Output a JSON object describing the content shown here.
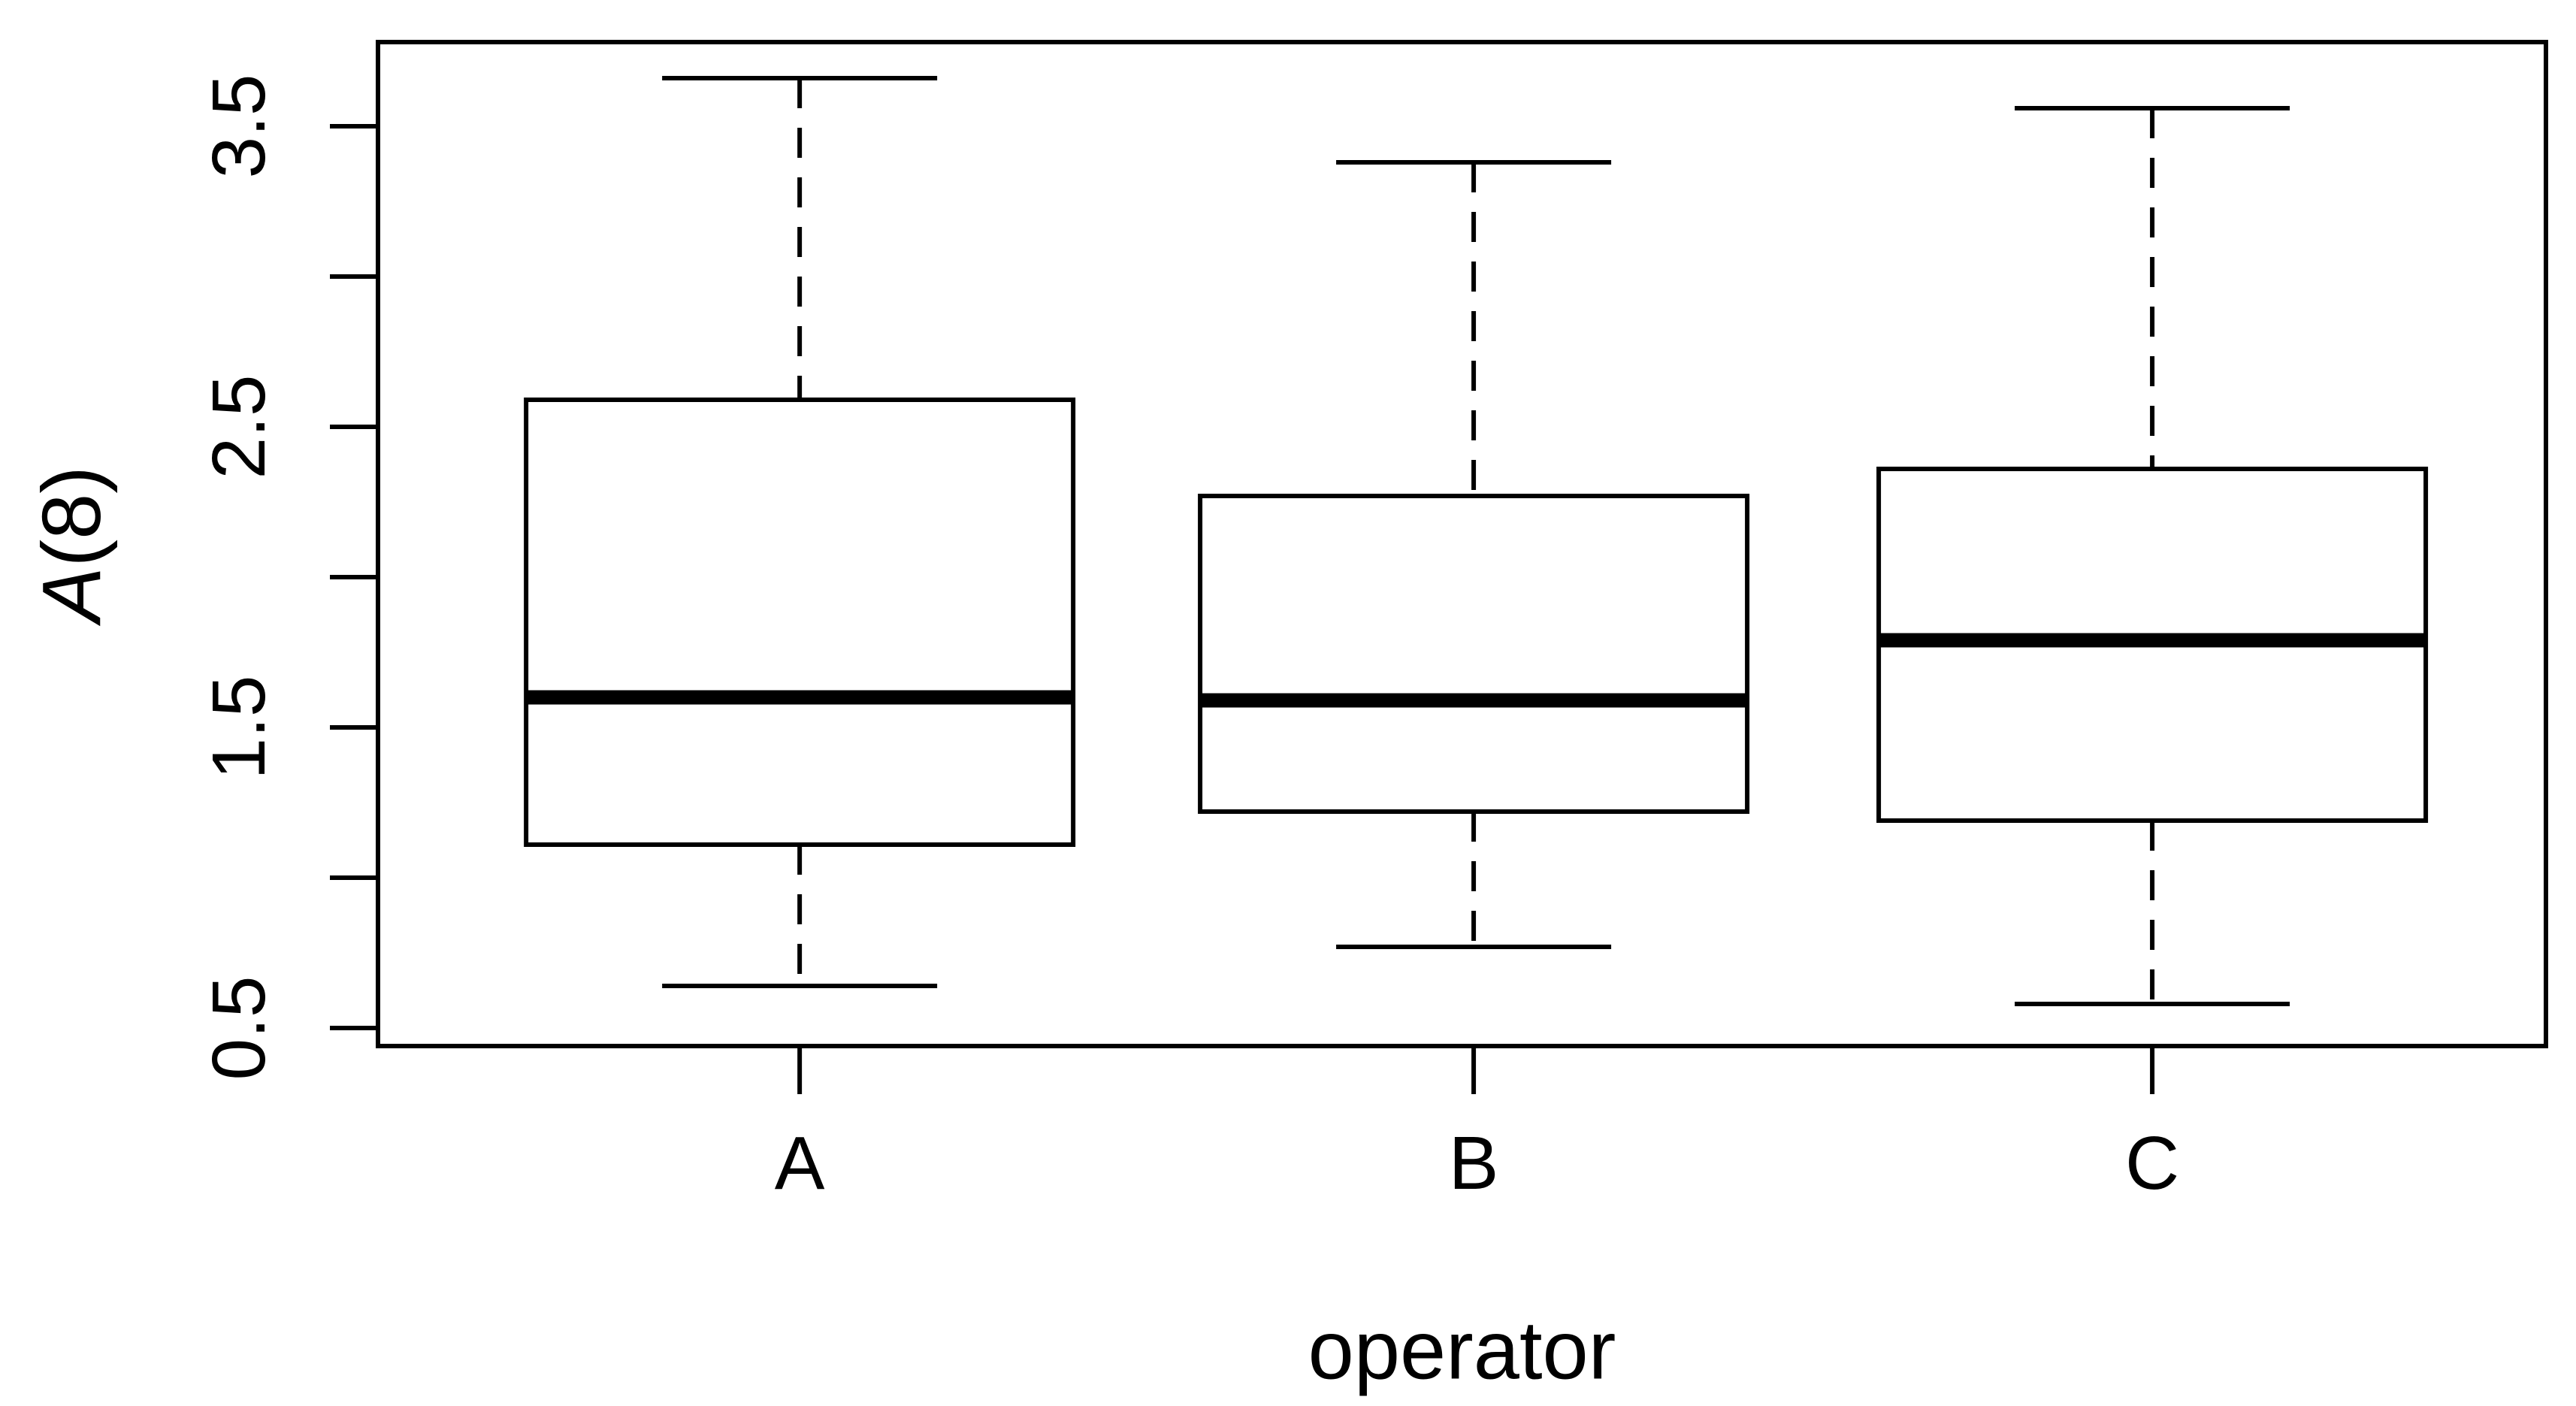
{
  "chart_data": {
    "type": "boxplot",
    "title": "",
    "xlabel": "operator",
    "ylabel": "A(8)",
    "ylabel_parts": {
      "italic": "A",
      "plain": "(8)"
    },
    "categories": [
      "A",
      "B",
      "C"
    ],
    "series": [
      {
        "name": "A",
        "whisker_low": 0.64,
        "q1": 1.11,
        "median": 1.6,
        "q3": 2.59,
        "whisker_high": 3.66
      },
      {
        "name": "B",
        "whisker_low": 0.77,
        "q1": 1.22,
        "median": 1.59,
        "q3": 2.27,
        "whisker_high": 3.38
      },
      {
        "name": "C",
        "whisker_low": 0.58,
        "q1": 1.19,
        "median": 1.79,
        "q3": 2.36,
        "whisker_high": 3.56
      }
    ],
    "y_axis": {
      "range": [
        0.44,
        3.78
      ],
      "tick_min": 0.5,
      "tick_max": 3.5,
      "tick_interval": 0.5,
      "labeled_ticks": [
        "0.5",
        "1.5",
        "2.5",
        "3.5"
      ]
    },
    "x_axis": {
      "tick_labels": [
        "A",
        "B",
        "C"
      ]
    },
    "grid": false,
    "legend": null,
    "colors": {
      "stroke": "#000000",
      "box_fill": "#ffffff",
      "background": "#ffffff"
    }
  }
}
